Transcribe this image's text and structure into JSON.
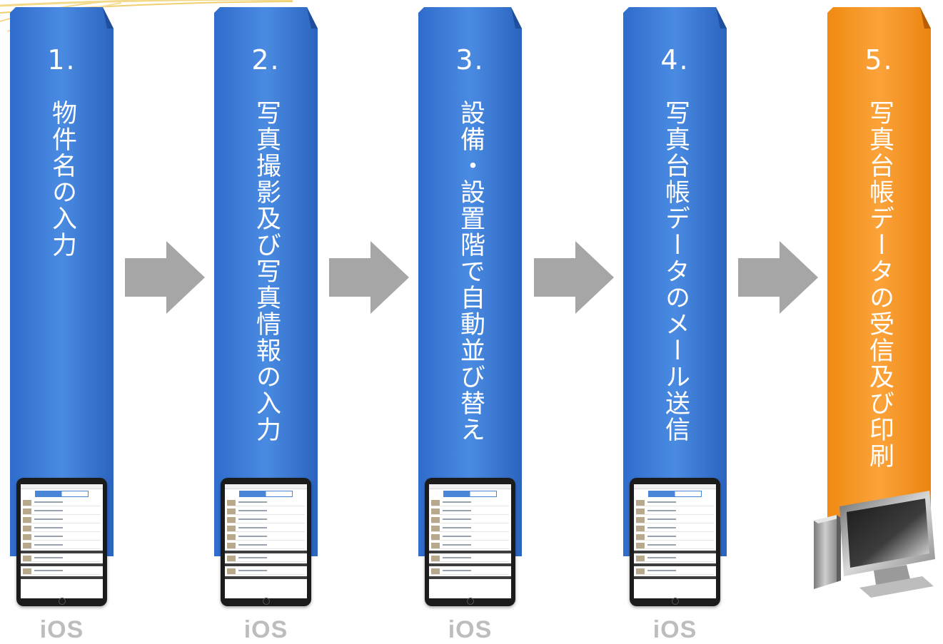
{
  "colors": {
    "blue_banner": "#3f7fd9",
    "orange_banner": "#f7931e",
    "arrow": "#a6a6a6",
    "os_label": "#bdbdbd"
  },
  "steps": [
    {
      "number": "1.",
      "text": "物件名の入力",
      "color": "blue",
      "device": "ios-tablet",
      "os_label": "iOS"
    },
    {
      "number": "2.",
      "text": "写真撮影及び写真情報の入力",
      "color": "blue",
      "device": "ios-tablet",
      "os_label": "iOS"
    },
    {
      "number": "3.",
      "text": "設備・設置階で自動並び替え",
      "color": "blue",
      "device": "ios-tablet",
      "os_label": "iOS"
    },
    {
      "number": "4.",
      "text": "写真台帳データのメール送信",
      "color": "blue",
      "device": "ios-tablet",
      "os_label": "iOS"
    },
    {
      "number": "5.",
      "text": "写真台帳データの受信及び印刷",
      "color": "orange",
      "device": "desktop-computer-icon",
      "os_label": ""
    }
  ],
  "arrows": [
    "right-arrow",
    "right-arrow",
    "right-arrow",
    "right-arrow"
  ]
}
